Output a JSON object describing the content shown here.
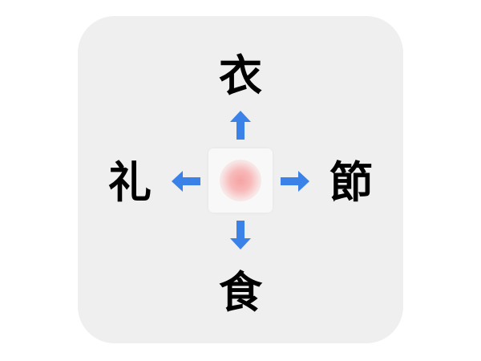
{
  "puzzle": {
    "type": "kanji-crossword",
    "center": {
      "hidden": true,
      "hint": "blurred red circle placeholder"
    },
    "top": {
      "kanji": "衣",
      "arrow": "arrow-up"
    },
    "left": {
      "kanji": "礼",
      "arrow": "arrow-left"
    },
    "right": {
      "kanji": "節",
      "arrow": "arrow-right"
    },
    "bottom": {
      "kanji": "食",
      "arrow": "arrow-down"
    }
  },
  "colors": {
    "panel_bg": "#efefef",
    "arrow": "#3b82e8",
    "kanji": "#000000",
    "blur_dot": "#f5a3a3"
  }
}
